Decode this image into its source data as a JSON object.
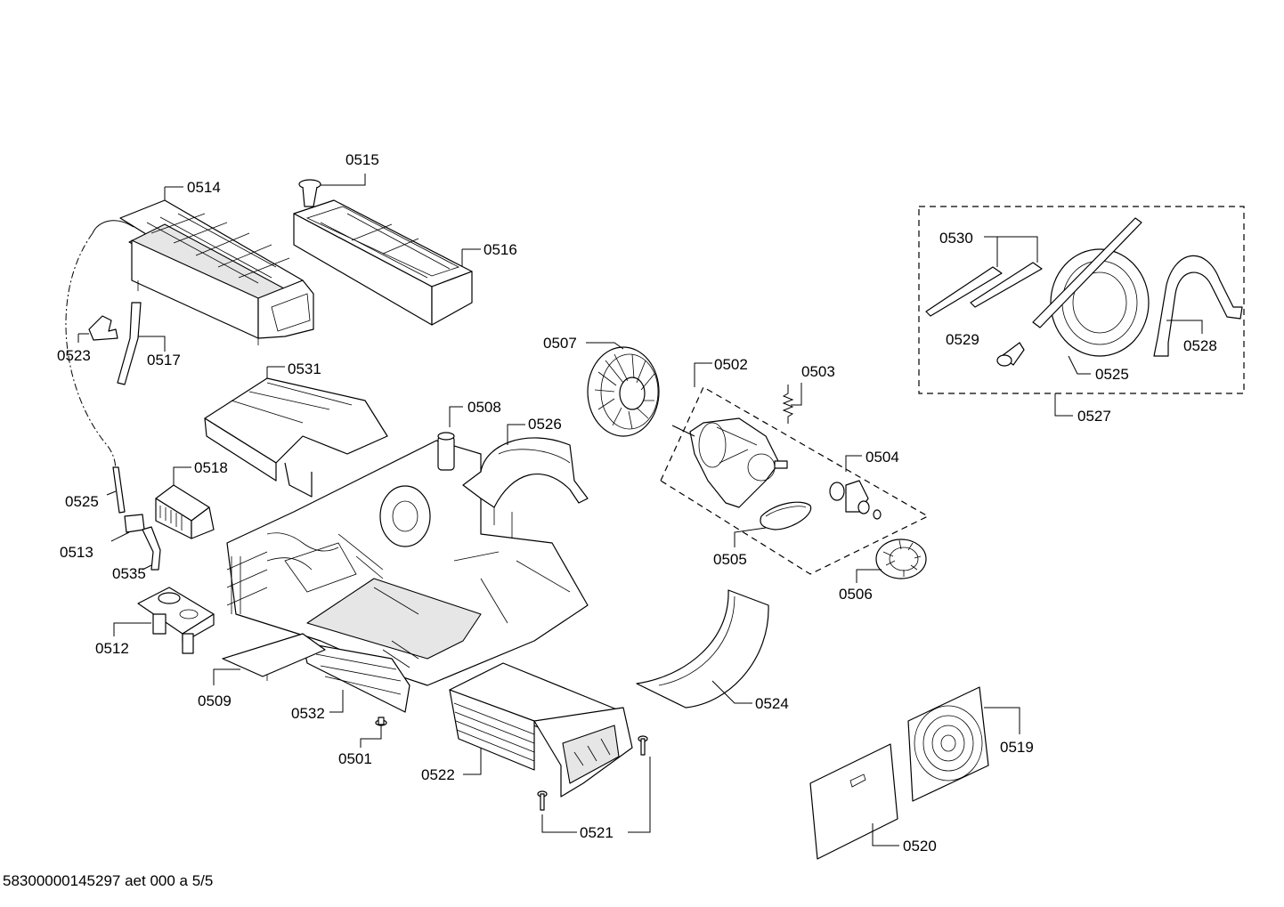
{
  "footer": "58300000145297 aet 000 a 5/5",
  "labels": {
    "p0501": "0501",
    "p0502": "0502",
    "p0503": "0503",
    "p0504": "0504",
    "p0505": "0505",
    "p0506": "0506",
    "p0507": "0507",
    "p0508": "0508",
    "p0509": "0509",
    "p0512": "0512",
    "p0513": "0513",
    "p0514": "0514",
    "p0515": "0515",
    "p0516": "0516",
    "p0517": "0517",
    "p0518": "0518",
    "p0519": "0519",
    "p0520": "0520",
    "p0521": "0521",
    "p0522": "0522",
    "p0523": "0523",
    "p0524": "0524",
    "p0525a": "0525",
    "p0525b": "0525",
    "p0526": "0526",
    "p0527": "0527",
    "p0528": "0528",
    "p0529": "0529",
    "p0530": "0530",
    "p0531": "0531",
    "p0532": "0532",
    "p0535": "0535"
  }
}
